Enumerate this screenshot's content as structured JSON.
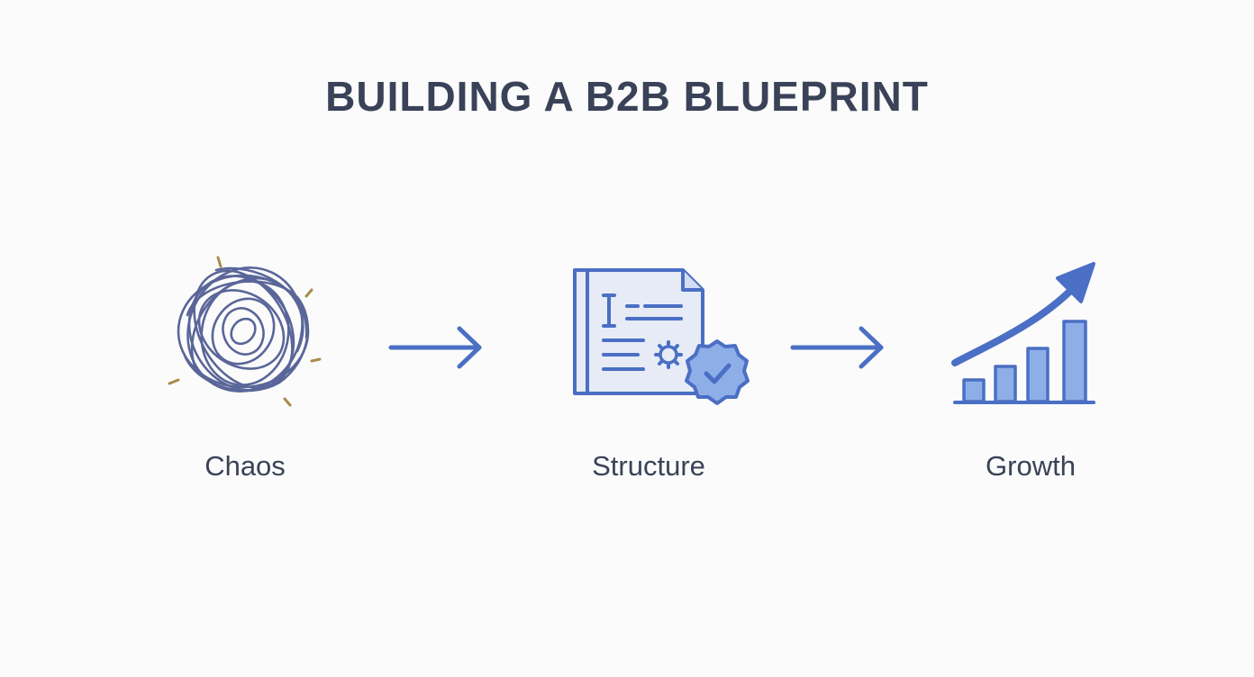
{
  "diagram": {
    "title": "BUILDING A B2B BLUEPRINT",
    "colors": {
      "ink": "#3a4258",
      "accent_blue": "#4a6fc4",
      "light_blue": "#8eaee8",
      "scribble": "#5a6699",
      "spark": "#a88c4c"
    },
    "stages": [
      {
        "label": "Chaos",
        "icon": "scribble-tangle-icon"
      },
      {
        "label": "Structure",
        "icon": "document-badge-icon"
      },
      {
        "label": "Growth",
        "icon": "bar-chart-rising-arrow-icon"
      }
    ],
    "connectors": [
      {
        "icon": "right-arrow-icon"
      },
      {
        "icon": "right-arrow-icon"
      }
    ]
  }
}
